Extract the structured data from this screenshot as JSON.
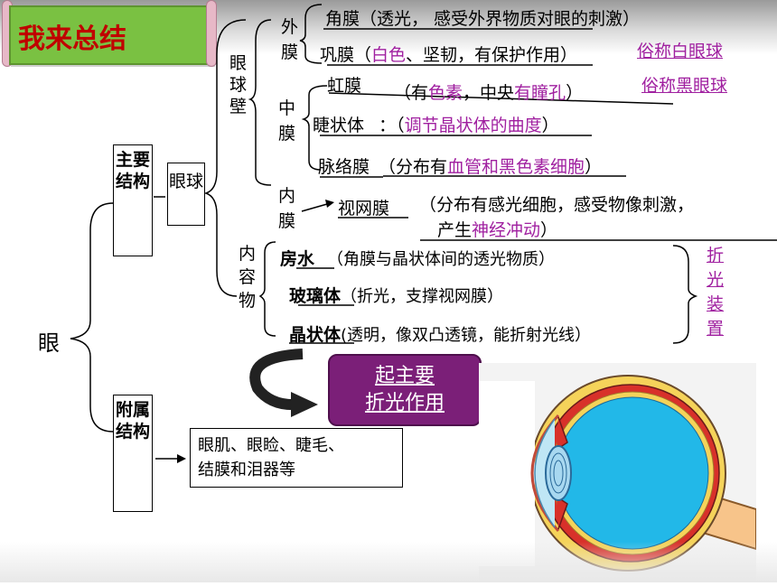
{
  "title": "我来总结",
  "root": "眼",
  "main_structure": "主要结构",
  "accessory_structure": "附属结构",
  "eyeball": "眼球",
  "eyeball_wall": "眼球壁",
  "contents": "内容物",
  "outer_membrane": "外膜",
  "middle_membrane": "中膜",
  "inner_membrane": "内膜",
  "cornea": {
    "name": "角膜",
    "desc": "（透光，  感受外界物质对眼的刺激）"
  },
  "sclera": {
    "name": "巩膜",
    "desc_open": "（",
    "white": "白色",
    "desc_rest": "、坚韧，有保护作用）",
    "alias": "俗称白眼球"
  },
  "iris": {
    "name": "虹膜",
    "desc_open": "（有",
    "pigment": "色素",
    "mid": "，中央",
    "pupil": "有瞳孔",
    "close": "）",
    "alias": "俗称黑眼球"
  },
  "ciliary": {
    "name": "睫状体",
    "colon": "：",
    "open": "（",
    "desc": "调节晶状体的曲度",
    "close": "）"
  },
  "choroid": {
    "name": "脉络膜",
    "open": "（分布有",
    "desc": "血管和黑色素细胞",
    "close": "）"
  },
  "retina": {
    "name": "视网膜",
    "line1": "（分布有感光细胞，感受物像刺激，",
    "line2_a": "产生",
    "line2_b": "神经冲动",
    "line2_c": "）"
  },
  "aqueous": {
    "name": "房水",
    "desc": "（角膜与晶状体间的透光物质）"
  },
  "vitreous": {
    "name": "玻璃体",
    "desc": "（折光，支撑视网膜）"
  },
  "lens": {
    "name": "晶状体",
    "desc": "(透明，像双凸透镜，能折射光线）"
  },
  "refractive": "折光装置",
  "main_refract_btn": {
    "line1": "起主要",
    "line2": "折光作用"
  },
  "accessory_desc": {
    "line1": "眼肌、眼睑、睫毛、",
    "line2": "结膜和泪器等"
  },
  "colors": {
    "purple": "#a020a0",
    "title_bg": "#7ac142",
    "title_text": "#c00000",
    "button_bg": "#7b1f78"
  }
}
